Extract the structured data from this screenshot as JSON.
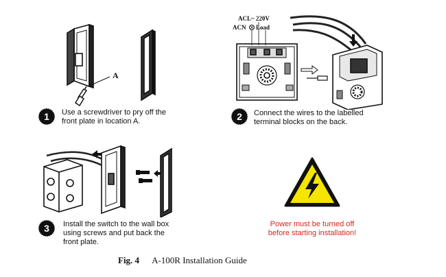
{
  "steps": [
    {
      "number": "1",
      "lines": [
        "Use a screwdriver to pry off the",
        "front plate in location A."
      ]
    },
    {
      "number": "2",
      "lines": [
        "Connect the wires to the labelled",
        "terminal blocks on the back."
      ]
    },
    {
      "number": "3",
      "lines": [
        "Install the switch to the wall box",
        "using screws and put back the",
        "front plate."
      ]
    }
  ],
  "labels": {
    "location_a": "A",
    "acl": "ACL~ 220V",
    "acn": "ACN",
    "load": "Load"
  },
  "warning": {
    "lines": [
      "Power must be turned off",
      "before starting installation!"
    ],
    "color": "#e0201b",
    "sign_color": "#f5e500",
    "icon": "high-voltage-warning-icon"
  },
  "caption": {
    "fig": "Fig. 4",
    "title": "A-100R Installation Guide"
  }
}
